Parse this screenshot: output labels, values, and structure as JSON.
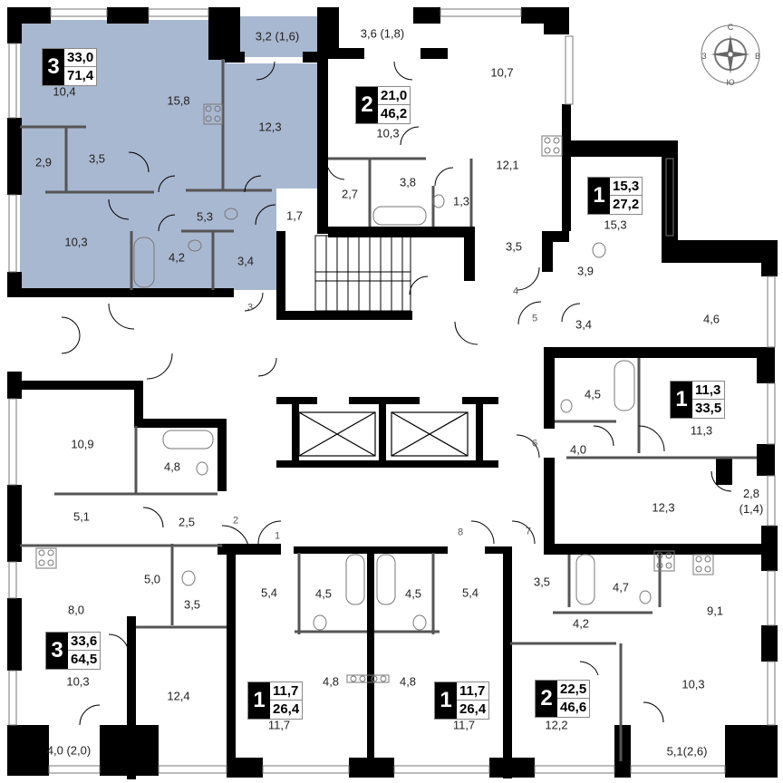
{
  "colors": {
    "highlight_apartment": "#a9b8d1",
    "wall": "#000000",
    "partition": "#555555",
    "background": "#ffffff"
  },
  "compass": {
    "north": "С",
    "south": "Ю",
    "east": "В",
    "west": "З"
  },
  "apartments": [
    {
      "id": "apt-3-top-left",
      "rooms": "3",
      "living_area": "33,0",
      "total_area": "71,4",
      "highlighted": true,
      "spaces": [
        "10,4",
        "15,8",
        "12,3",
        "3,2 (1,6)",
        "2,9",
        "3,5",
        "5,3",
        "1,7",
        "10,3",
        "4,2",
        "3,4"
      ]
    },
    {
      "id": "apt-2-top-center",
      "rooms": "2",
      "living_area": "21,0",
      "total_area": "46,2",
      "spaces": [
        "3,6 (1,8)",
        "10,3",
        "10,7",
        "12,1",
        "2,7",
        "3,8",
        "1,3",
        "3,5"
      ]
    },
    {
      "id": "apt-1-top-right",
      "rooms": "1",
      "living_area": "15,3",
      "total_area": "27,2",
      "spaces": [
        "15,3",
        "3,9",
        "3,4",
        "4,6"
      ]
    },
    {
      "id": "apt-1-mid-right",
      "rooms": "1",
      "living_area": "11,3",
      "total_area": "33,5",
      "spaces": [
        "4,5",
        "11,3",
        "4,0",
        "12,3",
        "2,8 (1,4)"
      ]
    },
    {
      "id": "apt-3-bottom-left",
      "rooms": "3",
      "living_area": "33,6",
      "total_area": "64,5",
      "spaces": [
        "10,9",
        "4,8",
        "5,1",
        "2,5",
        "8,0",
        "5,0",
        "3,5",
        "10,3",
        "12,4",
        "4,0 (2,0)"
      ]
    },
    {
      "id": "apt-1-bottom-center-left",
      "rooms": "1",
      "living_area": "11,7",
      "total_area": "26,4",
      "spaces": [
        "5,4",
        "4,5",
        "4,8",
        "11,7"
      ]
    },
    {
      "id": "apt-1-bottom-center-right",
      "rooms": "1",
      "living_area": "11,7",
      "total_area": "26,4",
      "spaces": [
        "4,5",
        "5,4",
        "4,8",
        "11,7"
      ]
    },
    {
      "id": "apt-2-bottom-right",
      "rooms": "2",
      "living_area": "22,5",
      "total_area": "46,6",
      "spaces": [
        "3,5",
        "4,7",
        "4,2",
        "9,1",
        "10,3",
        "12,2",
        "5,1(2,6)"
      ]
    }
  ],
  "door_numbers": [
    "1",
    "2",
    "3",
    "4",
    "5",
    "6",
    "7",
    "8"
  ]
}
